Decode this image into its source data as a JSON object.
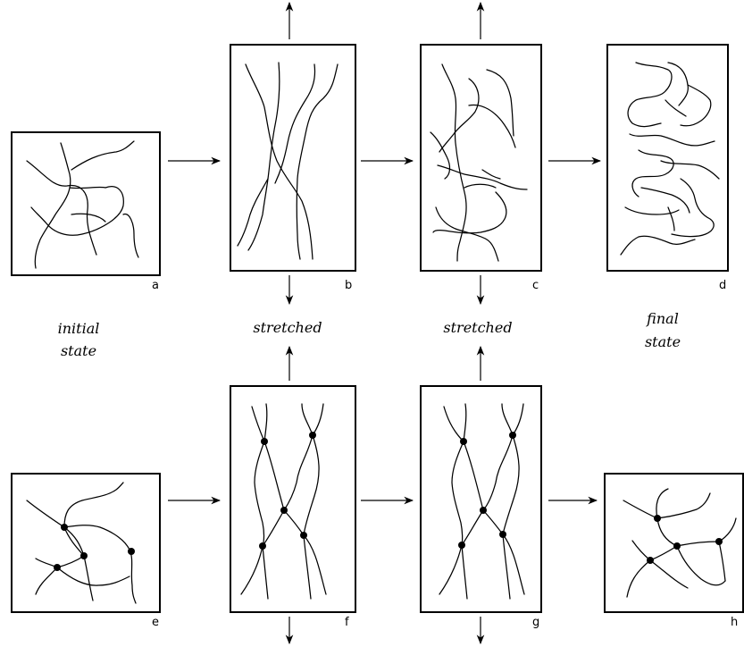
{
  "panel_labels": {
    "a": "a",
    "b": "b",
    "c": "c",
    "d": "d",
    "e": "e",
    "f": "f",
    "g": "g",
    "h": "h"
  },
  "captions": {
    "initial_line1": "initial",
    "initial_line2": "state",
    "stretched_b": "stretched",
    "stretched_c": "stretched",
    "final_line1": "final",
    "final_line2": "state"
  }
}
